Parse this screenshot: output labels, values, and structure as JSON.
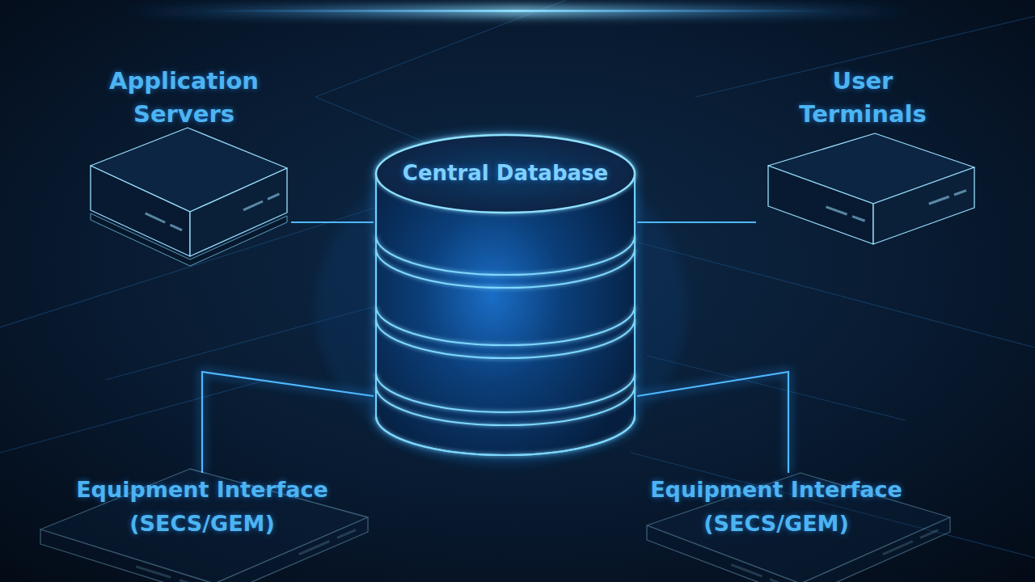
{
  "diagram": {
    "nodes": [
      {
        "text": [
          "Application Servers"
        ]
      },
      {
        "text": [
          "Central Database"
        ]
      },
      {
        "text": [
          "User Terminals"
        ]
      },
      {
        "text": [
          "Equipment Interface (SECS/GEM)"
        ]
      },
      {
        "text": [
          "Equipment Interface (SECS/GEM)"
        ]
      }
    ],
    "edges": [
      {
        "from": 0,
        "to": 1,
        "arrow": "none"
      },
      {
        "from": 1,
        "to": 2,
        "arrow": "none"
      },
      {
        "from": 3,
        "to": 1,
        "arrow": "none"
      },
      {
        "from": 4,
        "to": 1,
        "arrow": "none"
      }
    ]
  }
}
